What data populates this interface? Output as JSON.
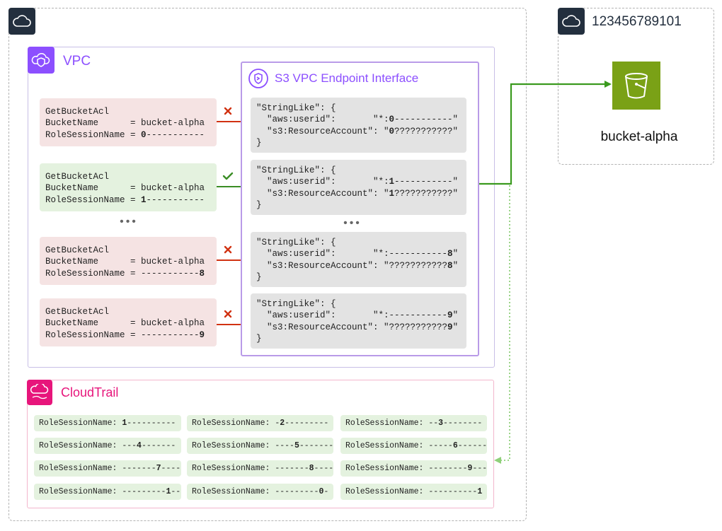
{
  "colors": {
    "deny": "#d13212",
    "allow": "#3a8d25",
    "vpc": "#8c4fff",
    "cloudtrail": "#e7157b",
    "s3": "#7aa116"
  },
  "account": {
    "id": "123456789101",
    "bucket_label": "bucket-alpha"
  },
  "vpc": {
    "label": "VPC"
  },
  "endpoint": {
    "label": "S3 VPC Endpoint Interface"
  },
  "requests": [
    {
      "status": "deny",
      "line1": "GetBucketAcl",
      "line2": "BucketName      = bucket-alpha",
      "line3_prefix": "RoleSessionName = ",
      "line3_bold": "0",
      "line3_suffix": "-----------"
    },
    {
      "status": "allow",
      "line1": "GetBucketAcl",
      "line2": "BucketName      = bucket-alpha",
      "line3_prefix": "RoleSessionName = ",
      "line3_bold": "1",
      "line3_suffix": "-----------"
    },
    {
      "status": "deny",
      "line1": "GetBucketAcl",
      "line2": "BucketName      = bucket-alpha",
      "line3_prefix": "RoleSessionName = -----------",
      "line3_bold": "8",
      "line3_suffix": ""
    },
    {
      "status": "deny",
      "line1": "GetBucketAcl",
      "line2": "BucketName      = bucket-alpha",
      "line3_prefix": "RoleSessionName = -----------",
      "line3_bold": "9",
      "line3_suffix": ""
    }
  ],
  "requests_ellipsis": "•••",
  "policies": [
    {
      "open": "\"StringLike\": {",
      "userid_prefix": "  \"aws:userid\":       \"*:",
      "userid_bold": "0",
      "userid_suffix": "-----------\"",
      "acct_prefix": "  \"s3:ResourceAccount\": \"",
      "acct_bold": "0",
      "acct_suffix": "???????????\"",
      "close": "}"
    },
    {
      "open": "\"StringLike\": {",
      "userid_prefix": "  \"aws:userid\":       \"*:",
      "userid_bold": "1",
      "userid_suffix": "-----------\"",
      "acct_prefix": "  \"s3:ResourceAccount\": \"",
      "acct_bold": "1",
      "acct_suffix": "???????????\"",
      "close": "}"
    },
    {
      "open": "\"StringLike\": {",
      "userid_prefix": "  \"aws:userid\":       \"*:-----------",
      "userid_bold": "8",
      "userid_suffix": "\"",
      "acct_prefix": "  \"s3:ResourceAccount\": \"???????????",
      "acct_bold": "8",
      "acct_suffix": "\"",
      "close": "}"
    },
    {
      "open": "\"StringLike\": {",
      "userid_prefix": "  \"aws:userid\":       \"*:-----------",
      "userid_bold": "9",
      "userid_suffix": "\"",
      "acct_prefix": "  \"s3:ResourceAccount\": \"???????????",
      "acct_bold": "9",
      "acct_suffix": "\"",
      "close": "}"
    }
  ],
  "policies_ellipsis": "•••",
  "cloudtrail": {
    "label": "CloudTrail",
    "logs": [
      {
        "prefix": "RoleSessionName: ",
        "bold": "1",
        "suffix": "----------"
      },
      {
        "prefix": "RoleSessionName: -",
        "bold": "2",
        "suffix": "---------"
      },
      {
        "prefix": "RoleSessionName: --",
        "bold": "3",
        "suffix": "--------"
      },
      {
        "prefix": "RoleSessionName: ---",
        "bold": "4",
        "suffix": "-------"
      },
      {
        "prefix": "RoleSessionName: ----",
        "bold": "5",
        "suffix": "-------"
      },
      {
        "prefix": "RoleSessionName: -----",
        "bold": "6",
        "suffix": "------"
      },
      {
        "prefix": "RoleSessionName: -------",
        "bold": "7",
        "suffix": "----"
      },
      {
        "prefix": "RoleSessionName: -------",
        "bold": "8",
        "suffix": "----"
      },
      {
        "prefix": "RoleSessionName: --------",
        "bold": "9",
        "suffix": "---"
      },
      {
        "prefix": "RoleSessionName: ---------",
        "bold": "1",
        "suffix": "--"
      },
      {
        "prefix": "RoleSessionName: ---------",
        "bold": "0",
        "suffix": "-"
      },
      {
        "prefix": "RoleSessionName: ----------",
        "bold": "1",
        "suffix": ""
      }
    ]
  }
}
